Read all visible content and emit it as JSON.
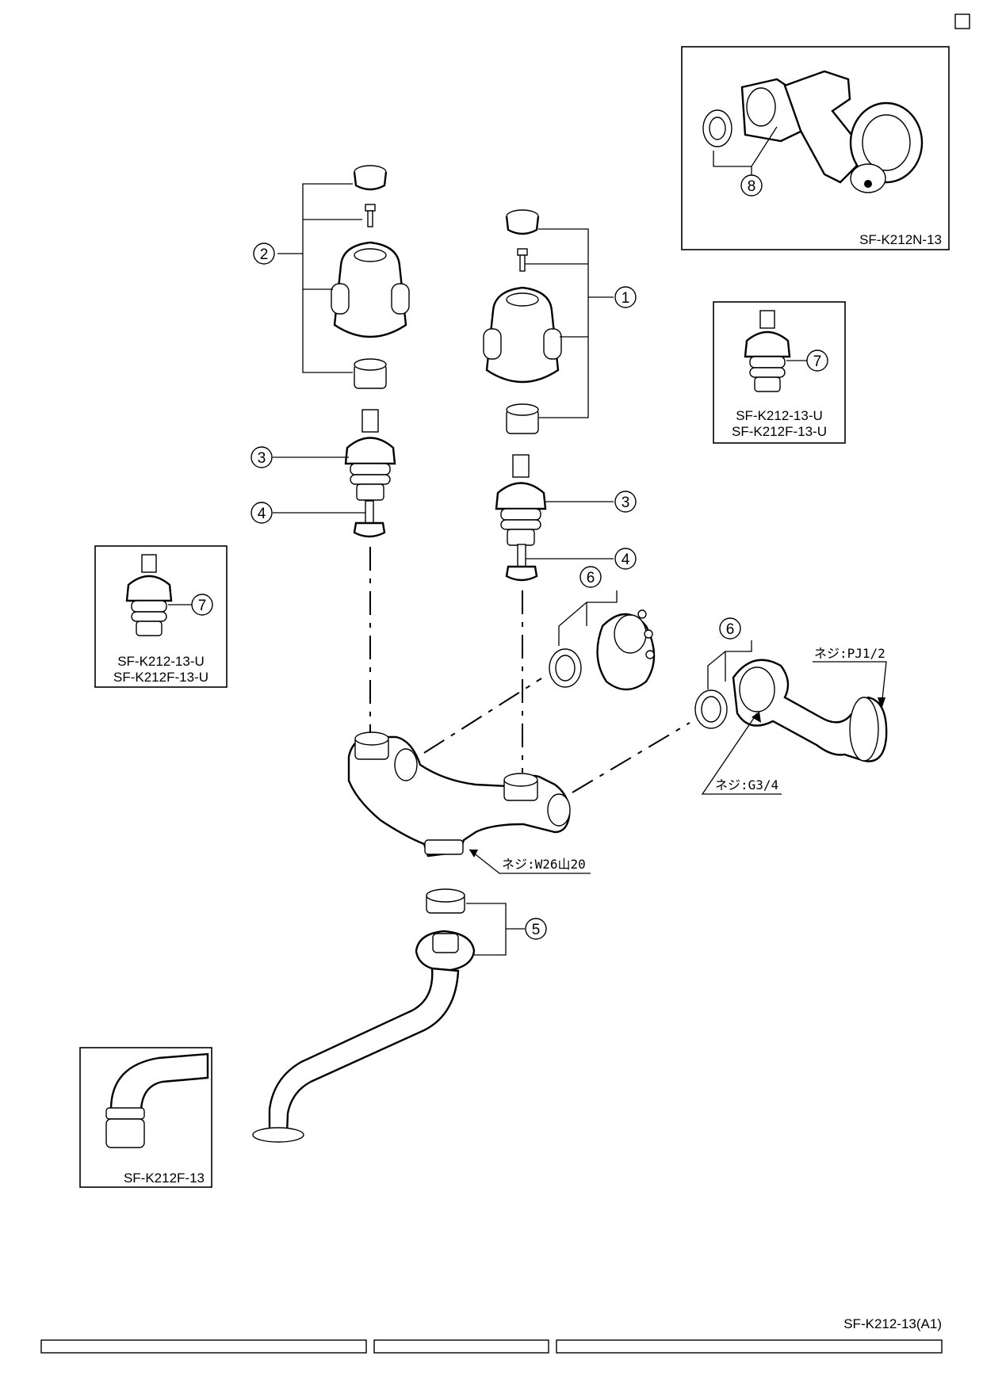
{
  "corner_box": "□",
  "callouts": {
    "p1": "1",
    "p2": "2",
    "p3_left": "3",
    "p3_right": "3",
    "p4_left": "4",
    "p4_right": "4",
    "p5": "5",
    "p6_left": "6",
    "p6_right": "6",
    "p7_right": "7",
    "p7_left": "7",
    "p8": "8"
  },
  "insets": {
    "top_right": "SF-K212N-13",
    "right_line1": "SF-K212-13-U",
    "right_line2": "SF-K212F-13-U",
    "left_line1": "SF-K212-13-U",
    "left_line2": "SF-K212F-13-U",
    "bottom_left": "SF-K212F-13"
  },
  "threads": {
    "pj": "ネジ:PJ1/2",
    "g": "ネジ:G3/4",
    "w": "ネジ:W26山20"
  },
  "footer": {
    "model_code": "SF-K212-13(A1)"
  }
}
